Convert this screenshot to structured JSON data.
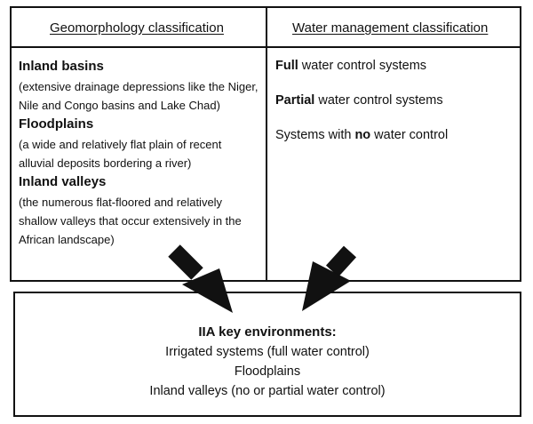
{
  "top": {
    "left_header": "Geomorphology classification",
    "right_header": "Water management classification",
    "geomorphology": [
      {
        "title": "Inland basins",
        "description": "(extensive drainage depressions like the Niger, Nile and Congo basins and Lake Chad)"
      },
      {
        "title": "Floodplains",
        "description": "(a wide and relatively flat plain of recent alluvial deposits bordering a river)"
      },
      {
        "title": "Inland valleys",
        "description": "(the numerous flat-floored and relatively shallow valleys that occur extensively in the African landscape)"
      }
    ],
    "water_management": [
      {
        "prefix": "",
        "bold": "Full",
        "suffix": " water control systems"
      },
      {
        "prefix": "",
        "bold": "Partial",
        "suffix": " water control systems"
      },
      {
        "prefix": "Systems with ",
        "bold": "no",
        "suffix": " water control"
      }
    ]
  },
  "bottom": {
    "title": "IIA key environments:",
    "lines": [
      "Irrigated systems (full water control)",
      "Floodplains",
      "Inland valleys (no or partial water control)"
    ]
  }
}
